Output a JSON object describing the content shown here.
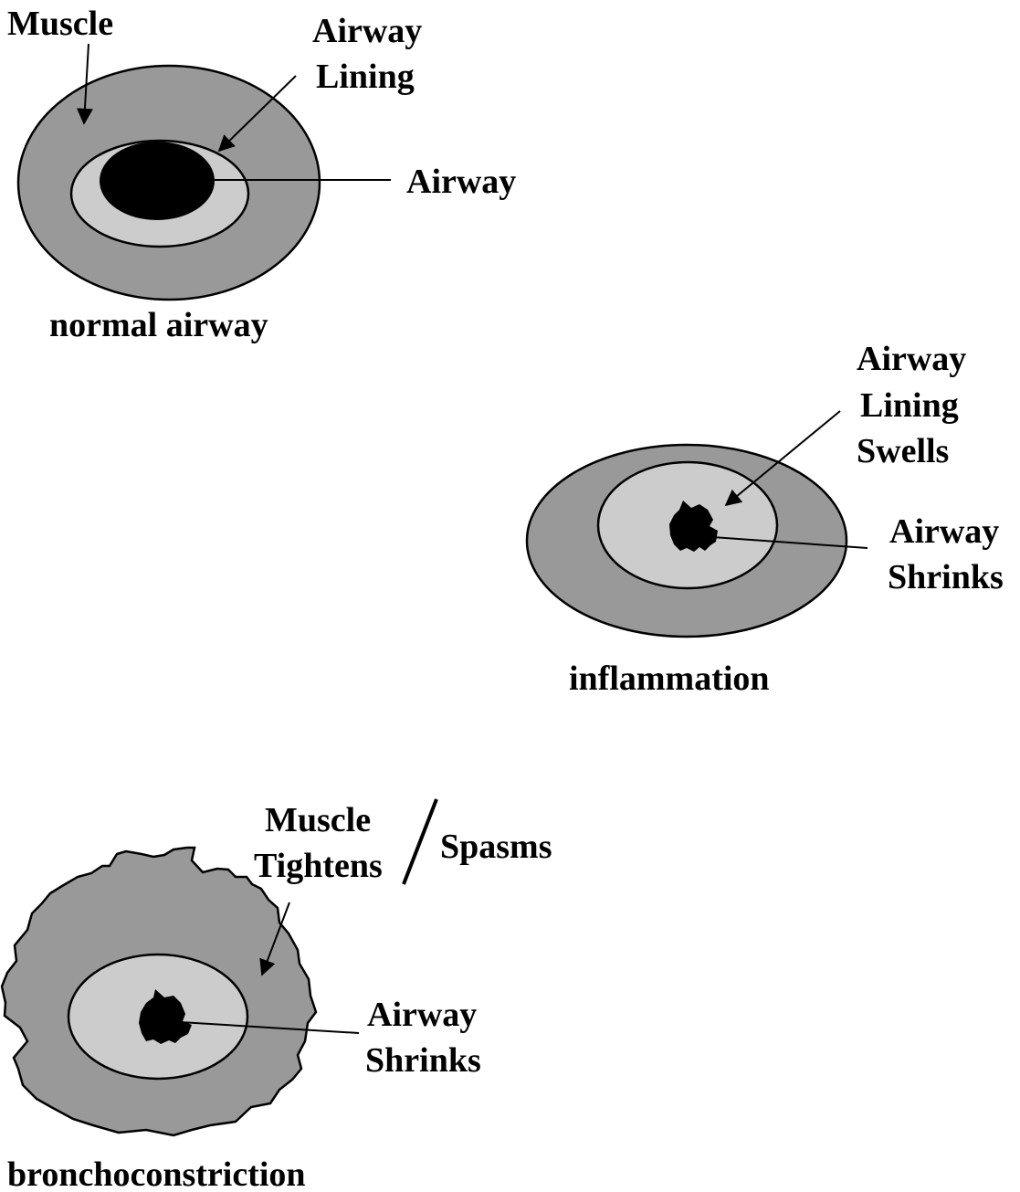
{
  "colors": {
    "muscle": "#999999",
    "lining": "#cccccc",
    "airway": "#000000",
    "outline": "#000000",
    "text": "#000000"
  },
  "panels": {
    "normal": {
      "labels": {
        "muscle": "Muscle",
        "lining_line1": "Airway",
        "lining_line2": "Lining",
        "airway": "Airway"
      },
      "caption": "normal airway"
    },
    "inflammation": {
      "labels": {
        "lining_line1": "Airway",
        "lining_line2": "Lining",
        "lining_line3": "Swells",
        "airway_line1": "Airway",
        "airway_line2": "Shrinks"
      },
      "caption": "inflammation"
    },
    "bronchoconstriction": {
      "labels": {
        "muscle_line1": "Muscle",
        "muscle_line2": "Tightens",
        "spasms": "Spasms",
        "airway_line1": "Airway",
        "airway_line2": "Shrinks"
      },
      "caption": "bronchoconstriction"
    }
  }
}
